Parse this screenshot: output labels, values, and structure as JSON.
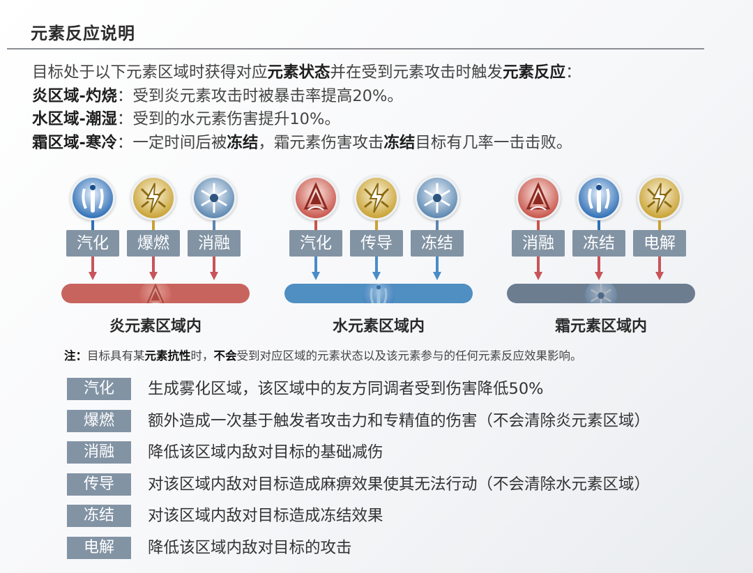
{
  "title": "元素反应说明",
  "intro": {
    "line1": {
      "a": "目标处于以下元素区域时获得对应",
      "b": "元素状态",
      "c": "并在受到元素攻击时触发",
      "d": "元素反应",
      "e": "："
    },
    "rows": [
      {
        "label": "炎区域-灼烧",
        "desc": "：受到炎元素攻击时被暴击率提高20%。"
      },
      {
        "label": "水区域-潮湿",
        "desc": "：受到的水元素伤害提升10%。"
      },
      {
        "label": "霜区域-寒冷",
        "desc_a": "：一定时间后被",
        "bold1": "冻结",
        "desc_b": "，霜元素伤害攻击",
        "bold2": "冻结",
        "desc_c": "目标有几率一击击败。"
      }
    ]
  },
  "groups": [
    {
      "zone_label": "炎元素区域内",
      "bar_color": "#c8645e",
      "arrow_color": "#c8545a",
      "icons": [
        "water-icon",
        "electric-icon",
        "frost-icon"
      ],
      "reactions": [
        "汽化",
        "爆燃",
        "消融"
      ]
    },
    {
      "zone_label": "水元素区域内",
      "bar_color": "#4f8fc2",
      "arrow_color": "#4a8cc6",
      "icons": [
        "fire-icon",
        "electric-icon",
        "frost-icon"
      ],
      "reactions": [
        "汽化",
        "传导",
        "冻结"
      ]
    },
    {
      "zone_label": "霜元素区域内",
      "bar_color": "#6c7d90",
      "arrow_color": "#c8545a",
      "icons": [
        "fire-icon",
        "water-icon",
        "electric-icon"
      ],
      "reactions": [
        "消融",
        "冻结",
        "电解"
      ]
    }
  ],
  "note": {
    "prefix": "注：",
    "a": "目标具有某",
    "b": "元素抗性",
    "c": "时，",
    "d": "不会",
    "e": "受到对应区域的元素状态以及该元素参与的任何元素反应效果影响。"
  },
  "legend": [
    {
      "name": "汽化",
      "desc": "生成雾化区域，该区域中的友方同调者受到伤害降低50%"
    },
    {
      "name": "爆燃",
      "desc": "额外造成一次基于触发者攻击力和专精值的伤害（不会清除炎元素区域）"
    },
    {
      "name": "消融",
      "desc": "降低该区域内敌对目标的基础减伤"
    },
    {
      "name": "传导",
      "desc": "对该区域内敌对目标造成麻痹效果使其无法行动（不会清除水元素区域）"
    },
    {
      "name": "冻结",
      "desc": "对该区域内敌对目标造成冻结效果"
    },
    {
      "name": "电解",
      "desc": "降低该区域内敌对目标的攻击"
    }
  ],
  "colors": {
    "tag_bg": "#8293a4",
    "fire": "#c8544a",
    "water": "#2f6fb5",
    "electric": "#c9a233",
    "frost": "#5a86b0"
  }
}
